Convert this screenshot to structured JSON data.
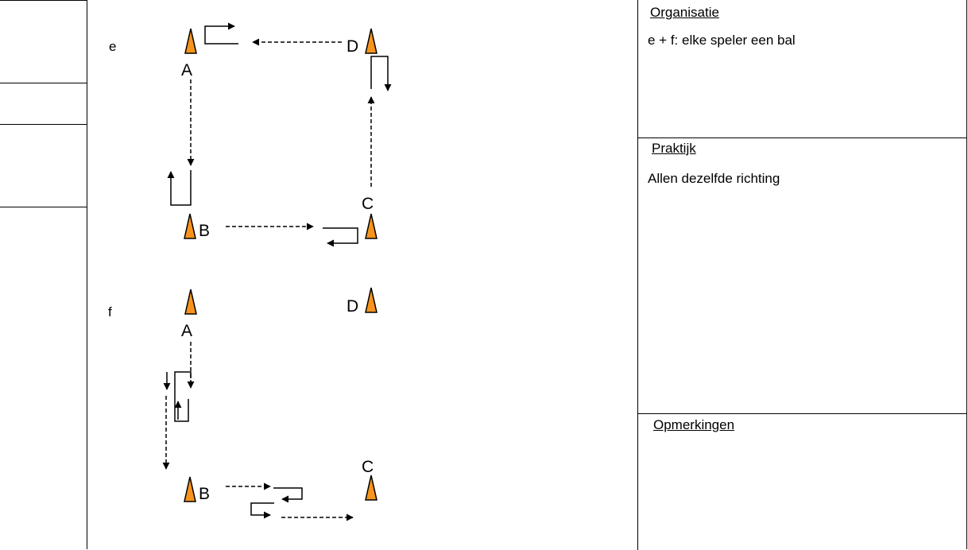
{
  "diagram": {
    "section_e_label": "e",
    "section_f_label": "f",
    "cone_labels": {
      "a": "A",
      "b": "B",
      "c": "C",
      "d": "D"
    },
    "cone_color": "#f7941d"
  },
  "panels": {
    "organisatie": {
      "title": "Organisatie",
      "text": "e + f: elke speler een bal"
    },
    "praktijk": {
      "title": "Praktijk",
      "text": "Allen dezelfde richting"
    },
    "opmerkingen": {
      "title": "Opmerkingen",
      "text": ""
    }
  }
}
